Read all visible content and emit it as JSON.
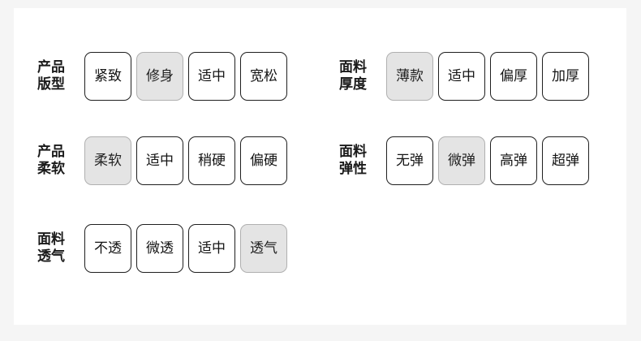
{
  "card": {
    "background": "#ffffff",
    "page_background": "#f5f5f5",
    "selected_fill": "#e4e4e4",
    "selected_border": "#b0b0b0",
    "unselected_border": "#1f1f1f"
  },
  "columns": [
    {
      "name": "left",
      "rows": [
        {
          "label_lines": [
            "产品",
            "版型"
          ],
          "options": [
            {
              "label": "紧致",
              "selected": false
            },
            {
              "label": "修身",
              "selected": true
            },
            {
              "label": "适中",
              "selected": false
            },
            {
              "label": "宽松",
              "selected": false
            }
          ]
        },
        {
          "label_lines": [
            "产品",
            "柔软"
          ],
          "options": [
            {
              "label": "柔软",
              "selected": true
            },
            {
              "label": "适中",
              "selected": false
            },
            {
              "label": "稍硬",
              "selected": false
            },
            {
              "label": "偏硬",
              "selected": false
            }
          ]
        },
        {
          "label_lines": [
            "面料",
            "透气"
          ],
          "options": [
            {
              "label": "不透",
              "selected": false
            },
            {
              "label": "微透",
              "selected": false
            },
            {
              "label": "适中",
              "selected": false
            },
            {
              "label": "透气",
              "selected": true
            }
          ]
        }
      ]
    },
    {
      "name": "right",
      "rows": [
        {
          "label_lines": [
            "面料",
            "厚度"
          ],
          "options": [
            {
              "label": "薄款",
              "selected": true
            },
            {
              "label": "适中",
              "selected": false
            },
            {
              "label": "偏厚",
              "selected": false
            },
            {
              "label": "加厚",
              "selected": false
            }
          ]
        },
        {
          "label_lines": [
            "面料",
            "弹性"
          ],
          "options": [
            {
              "label": "无弹",
              "selected": false
            },
            {
              "label": "微弹",
              "selected": true
            },
            {
              "label": "高弹",
              "selected": false
            },
            {
              "label": "超弹",
              "selected": false
            }
          ]
        }
      ]
    }
  ]
}
